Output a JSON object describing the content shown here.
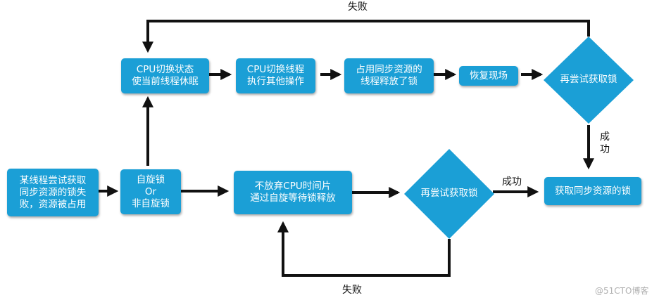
{
  "nodes": {
    "start": [
      "某线程尝试获取",
      "同步资源的锁失",
      "败，资源被占用"
    ],
    "spin_choice": [
      "自旋锁",
      "Or",
      "非自旋锁"
    ],
    "cpu_switch_state": [
      "CPU切换状态",
      "使当前线程休眠"
    ],
    "cpu_switch_thread": [
      "CPU切换线程",
      "执行其他操作"
    ],
    "release_lock": [
      "占用同步资源的",
      "线程释放了锁"
    ],
    "restore": [
      "恢复现场"
    ],
    "retry_top": [
      "再尝试获取锁"
    ],
    "no_give_up": [
      "不放弃CPU时间片",
      "通过自旋等待锁释放"
    ],
    "retry_bottom": [
      "再尝试获取锁"
    ],
    "acquire": [
      "获取同步资源的锁"
    ]
  },
  "edge_labels": {
    "top_fail": "失败",
    "bottom_fail": "失败",
    "success_vertical": [
      "成",
      "功"
    ],
    "success_horizontal": "成功"
  },
  "watermark": "@51CTO博客",
  "colors": {
    "node": "#1b9fd6",
    "arrow": "#111111"
  }
}
